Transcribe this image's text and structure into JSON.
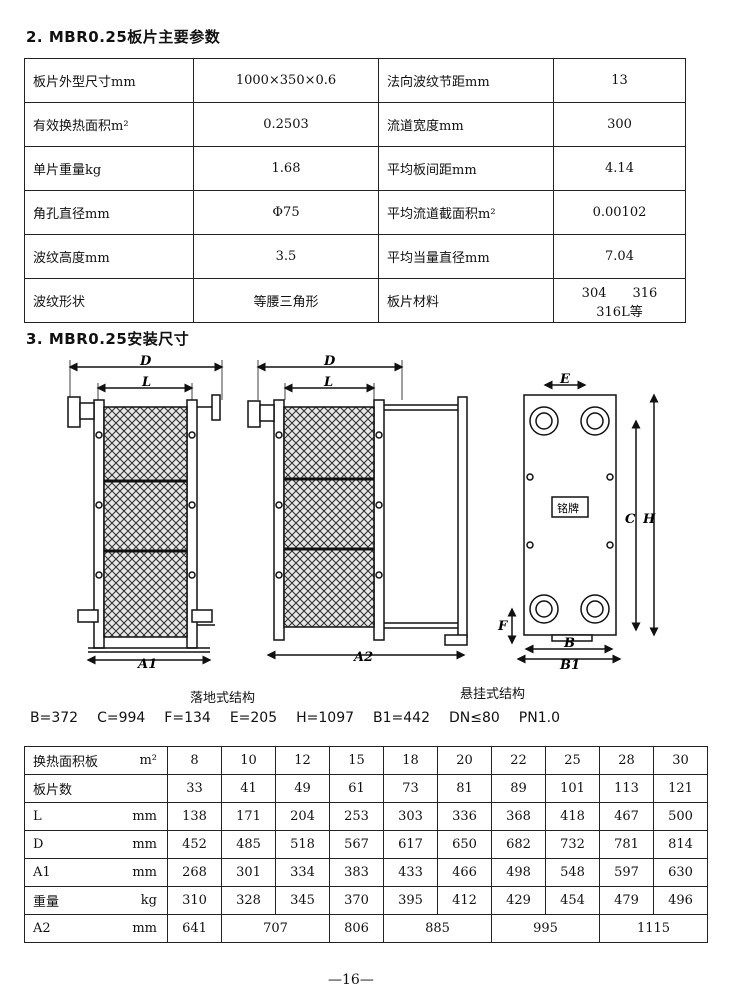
{
  "section2": {
    "title": "2. MBR0.25板片主要参数"
  },
  "params": [
    [
      "板片外型尺寸mm",
      "1000×350×0.6",
      "法向波纹节距mm",
      "13"
    ],
    [
      "有效换热面积m²",
      "0.2503",
      "流道宽度mm",
      "300"
    ],
    [
      "单片重量kg",
      "1.68",
      "平均板间距mm",
      "4.14"
    ],
    [
      "角孔直径mm",
      "Φ75",
      "平均流道截面积m²",
      "0.00102"
    ],
    [
      "波纹高度mm",
      "3.5",
      "平均当量直径mm",
      "7.04"
    ],
    [
      "波纹形状",
      "等腰三角形",
      "板片材料",
      "304　　316　　316L等"
    ]
  ],
  "section3": {
    "title": "3. MBR0.25安装尺寸"
  },
  "drawing": {
    "labels": {
      "D": "D",
      "L": "L",
      "A1": "A1",
      "A2": "A2",
      "E": "E",
      "C": "C",
      "H": "H",
      "F": "F",
      "B": "B",
      "B1": "B1",
      "nameplate": "铭牌"
    },
    "captions": {
      "floor": "落地式结构",
      "hanging": "悬挂式结构"
    }
  },
  "specs": [
    "B=372",
    "C=994",
    "F=134",
    "E=205",
    "H=1097",
    "B1=442",
    "DN≤80",
    "PN1.0"
  ],
  "dims_table": {
    "rows": [
      {
        "label": "换热面积板",
        "unit": "m²",
        "values": [
          "8",
          "10",
          "12",
          "15",
          "18",
          "20",
          "22",
          "25",
          "28",
          "30"
        ]
      },
      {
        "label": "板片数",
        "unit": "",
        "values": [
          "33",
          "41",
          "49",
          "61",
          "73",
          "81",
          "89",
          "101",
          "113",
          "121"
        ]
      },
      {
        "label": "L",
        "unit": "mm",
        "values": [
          "138",
          "171",
          "204",
          "253",
          "303",
          "336",
          "368",
          "418",
          "467",
          "500"
        ]
      },
      {
        "label": "D",
        "unit": "mm",
        "values": [
          "452",
          "485",
          "518",
          "567",
          "617",
          "650",
          "682",
          "732",
          "781",
          "814"
        ]
      },
      {
        "label": "A1",
        "unit": "mm",
        "values": [
          "268",
          "301",
          "334",
          "383",
          "433",
          "466",
          "498",
          "548",
          "597",
          "630"
        ]
      },
      {
        "label": "重量",
        "unit": "kg",
        "values": [
          "310",
          "328",
          "345",
          "370",
          "395",
          "412",
          "429",
          "454",
          "479",
          "496"
        ]
      }
    ],
    "a2_row": {
      "label": "A2",
      "unit": "mm",
      "cells": [
        {
          "value": "641",
          "span": 1
        },
        {
          "value": "707",
          "span": 2
        },
        {
          "value": "806",
          "span": 1
        },
        {
          "value": "885",
          "span": 2
        },
        {
          "value": "995",
          "span": 2
        },
        {
          "value": "1115",
          "span": 2
        }
      ]
    }
  },
  "footer": {
    "page": "—16—"
  }
}
